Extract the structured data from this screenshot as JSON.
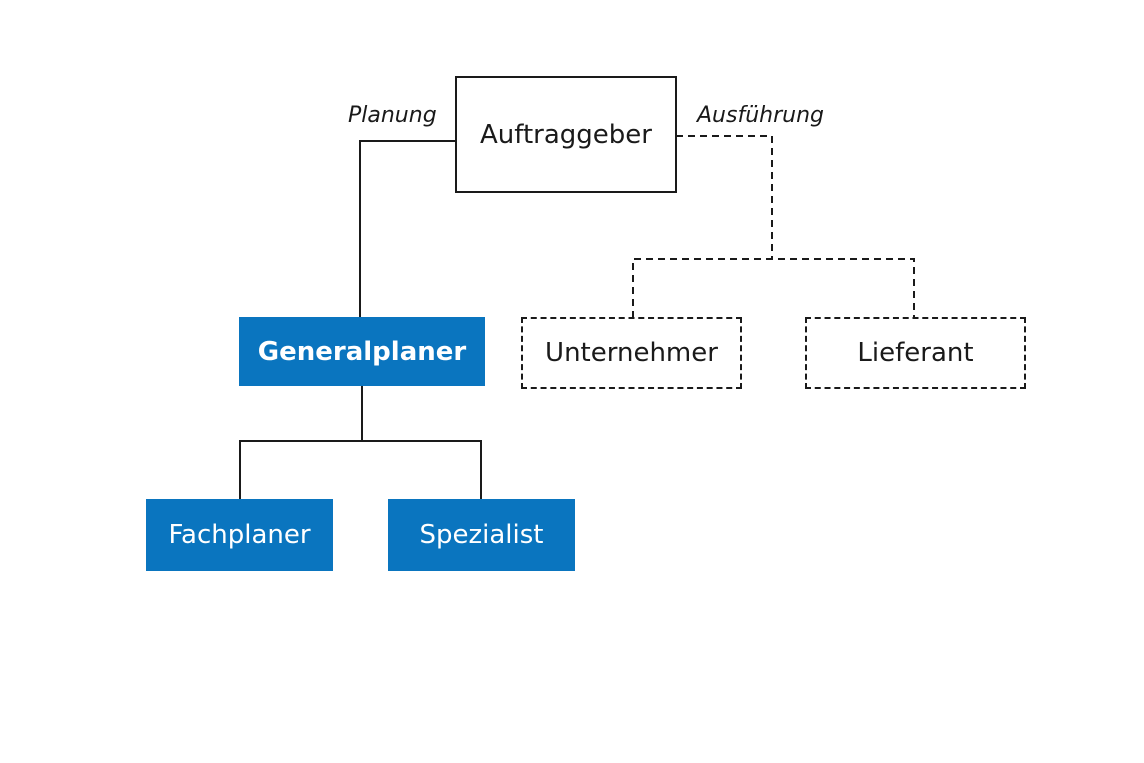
{
  "diagram": {
    "nodes": {
      "auftraggeber": "Auftraggeber",
      "generalplaner": "Generalplaner",
      "fachplaner": "Fachplaner",
      "spezialist": "Spezialist",
      "unternehmer": "Unternehmer",
      "lieferant": "Lieferant"
    },
    "edge_labels": {
      "planung": "Planung",
      "ausfuehrung": "Ausführung"
    }
  },
  "colors": {
    "filled_box": "#0a75bf",
    "line": "#1a1a1a",
    "background": "#ffffff"
  }
}
